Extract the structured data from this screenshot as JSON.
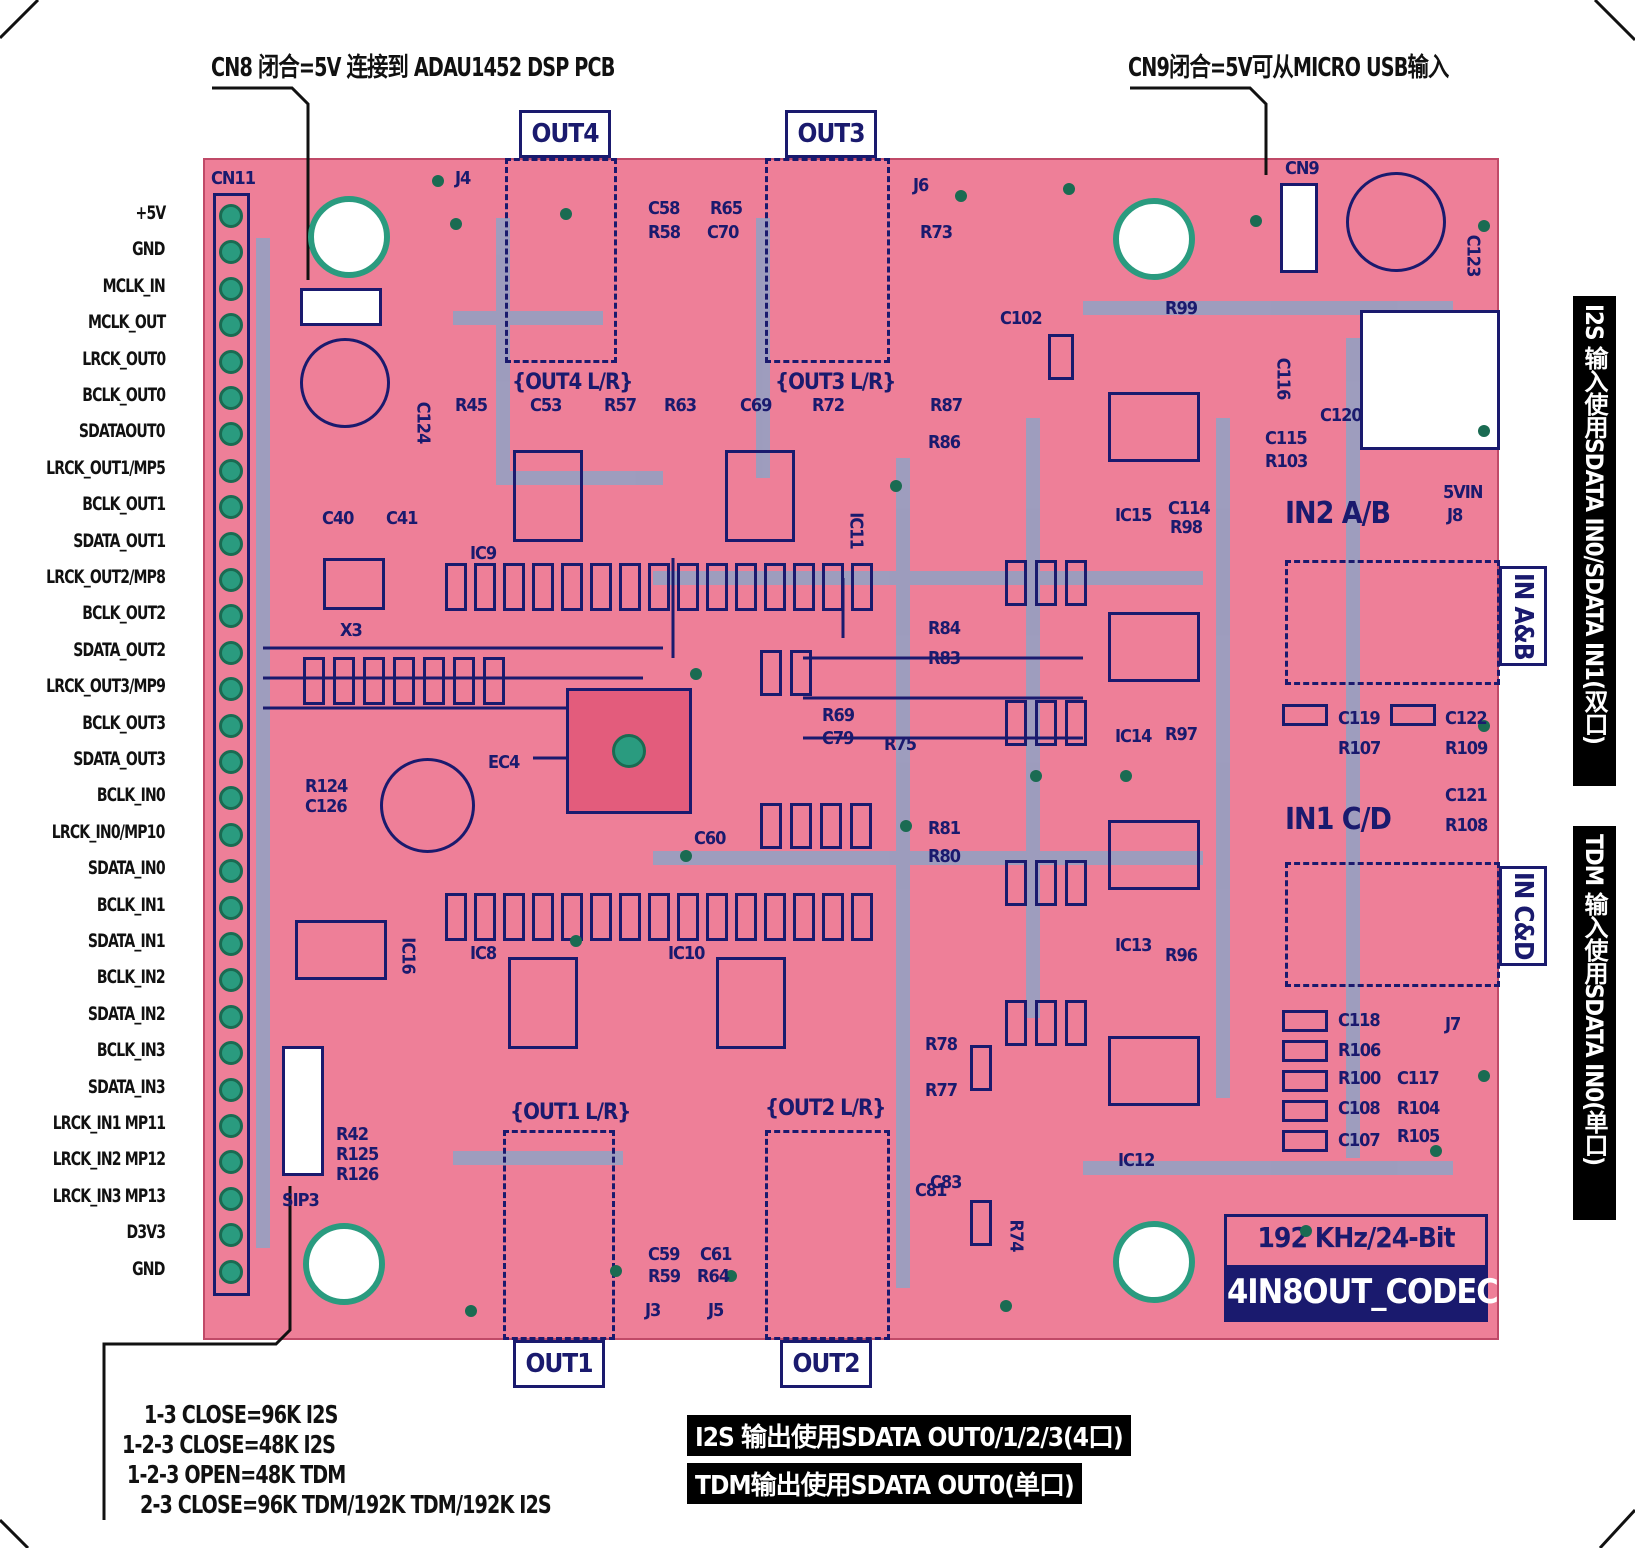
{
  "top_annotations": {
    "cn8": "CN8 闭合=5V 连接到 ADAU1452 DSP PCB",
    "cn9": "CN9闭合=5V可从MICRO USB输入"
  },
  "connector_labels": {
    "out1": "OUT1",
    "out2": "OUT2",
    "out3": "OUT3",
    "out4": "OUT4",
    "in_ab": "IN A&B",
    "in_cd": "IN C&D"
  },
  "pin_labels": [
    "+5V",
    "GND",
    "MCLK_IN",
    "MCLK_OUT",
    "LRCK_OUT0",
    "BCLK_OUT0",
    "SDATAOUT0",
    "LRCK_OUT1/MP5",
    "BCLK_OUT1",
    "SDATA_OUT1",
    "LRCK_OUT2/MP8",
    "BCLK_OUT2",
    "SDATA_OUT2",
    "LRCK_OUT3/MP9",
    "BCLK_OUT3",
    "SDATA_OUT3",
    "BCLK_IN0",
    "LRCK_IN0/MP10",
    "SDATA_IN0",
    "BCLK_IN1",
    "SDATA_IN1",
    "BCLK_IN2",
    "SDATA_IN2",
    "BCLK_IN3",
    "SDATA_IN3",
    "LRCK_IN1   MP11",
    "LRCK_IN2   MP12",
    "LRCK_IN3   MP13",
    "D3V3",
    "GND"
  ],
  "side_notes": {
    "i2s_input": "I2S 输入使用SDATA IN0/SDATA IN1(双口)",
    "tdm_input": "TDM 输入使用SDATA IN0(单口)"
  },
  "bottom_notes": {
    "i2s_output": "I2S 输出使用SDATA OUT0/1/2/3(4口)",
    "tdm_output": "TDM输出使用SDATA OUT0(单口)"
  },
  "jumper_notes": [
    "1-3 CLOSE=96K I2S",
    "1-2-3 CLOSE=48K I2S",
    "1-2-3  OPEN=48K TDM",
    "2-3 CLOSE=96K TDM/192K TDM/192K I2S"
  ],
  "board_titles": {
    "spec": "192 KHz/24-Bit",
    "name": "4IN8OUT_CODEC"
  },
  "silkscreen": {
    "cn11": "CN11",
    "cn9": "CN9",
    "sip3": "SIP3",
    "out4_lr": "{OUT4 L/R}",
    "out3_lr": "{OUT3 L/R}",
    "out1_lr": "{OUT1 L/R}",
    "out2_lr": "{OUT2 L/R}",
    "in2_ab": "IN2 A/B",
    "in1_cd": "IN1 C/D",
    "vin": "5VIN",
    "j8": "J8",
    "j7": "J7",
    "j4": "J4",
    "j6": "J6",
    "j3": "J3",
    "j5": "J5",
    "ic9": "IC9",
    "ic8": "IC8",
    "ic10": "IC10",
    "ic11": "IC11",
    "ic12": "IC12",
    "ic13": "IC13",
    "ic14": "IC14",
    "ic15": "IC15",
    "ic16": "IC16",
    "ec4": "EC4",
    "x3": "X3",
    "c124": "C124",
    "c123": "C123",
    "c120": "C120",
    "c116": "C116",
    "c119": "C119",
    "c122": "C122",
    "c121": "C121",
    "c118": "C118",
    "c117": "C117",
    "r107": "R107",
    "r109": "R109",
    "r108": "R108",
    "r106": "R106",
    "r100": "R100",
    "c108": "C108",
    "c107": "C107",
    "r104": "R104",
    "r105": "R105",
    "r99": "R99",
    "r96": "R96",
    "r97": "R97",
    "r98": "R98",
    "c102": "C102",
    "c53": "C53",
    "c69": "C69",
    "r45": "R45",
    "r57": "R57",
    "r63": "R63",
    "r72": "R72",
    "r87": "R87",
    "r86": "R86",
    "c58": "C58",
    "r58": "R58",
    "r65": "R65",
    "c70": "C70",
    "r73": "R73",
    "c40": "C40",
    "c41": "C41",
    "r124": "R124",
    "c126": "C126",
    "r42": "R42",
    "r125": "R125",
    "r126": "R126",
    "c59": "C59",
    "r59": "R59",
    "c61": "C61",
    "r64": "R64",
    "c81": "C81",
    "c83": "C83",
    "r74": "R74",
    "c60": "C60",
    "r75": "R75",
    "r81": "R81",
    "r80": "R80",
    "r84": "R84",
    "r83": "R83",
    "r78": "R78",
    "r77": "R77",
    "r69": "R69",
    "c79": "C79",
    "c115": "C115",
    "r103": "R103",
    "c114": "C114"
  }
}
